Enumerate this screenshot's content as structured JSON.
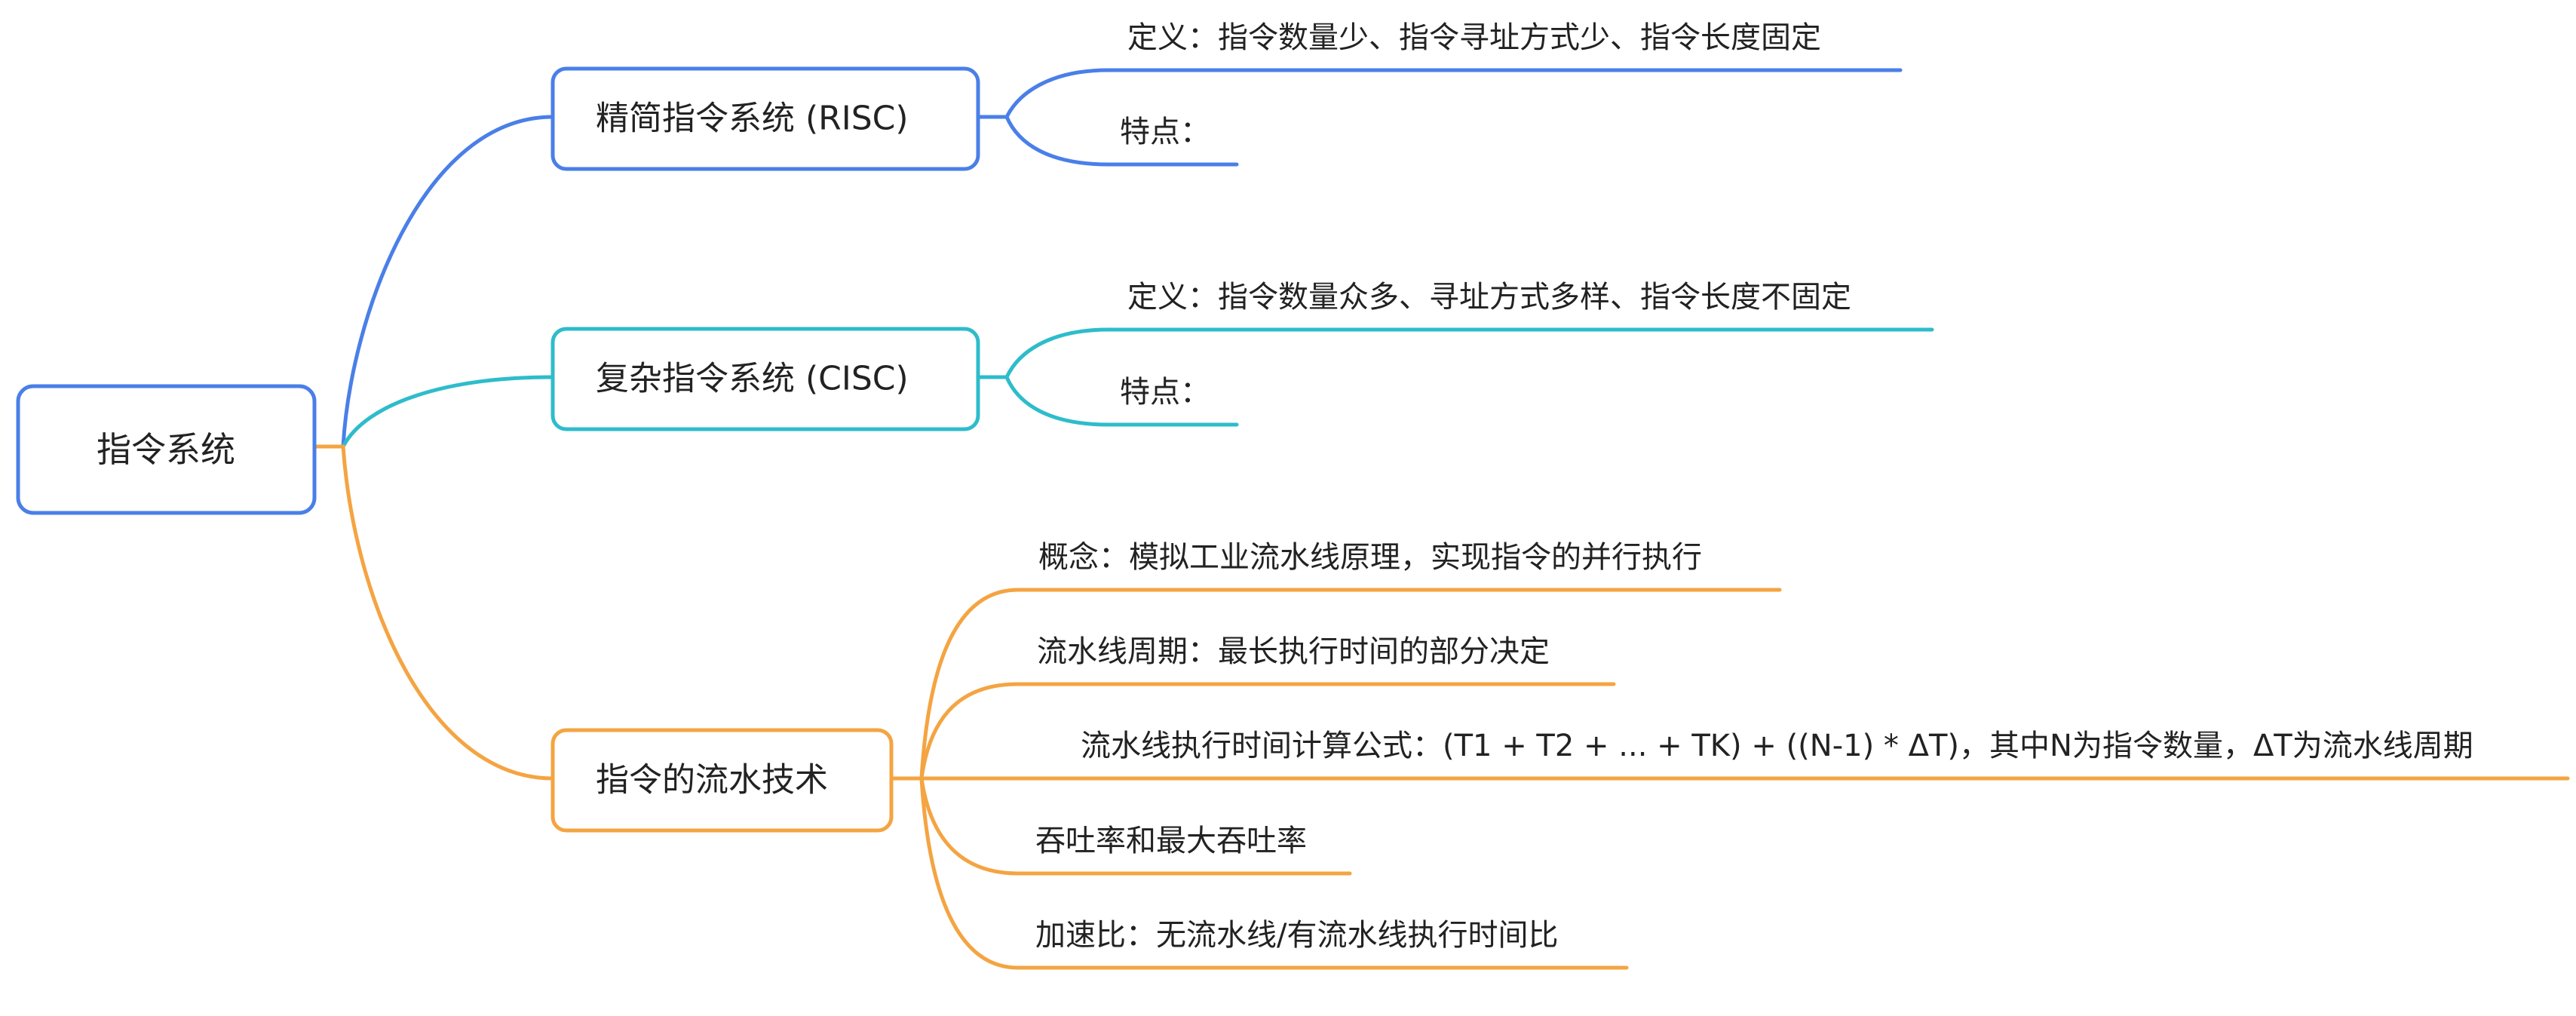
{
  "colors": {
    "risc": "#4a7fe8",
    "cisc": "#2ebccb",
    "pipeline": "#f4a442",
    "root_border": "#4a7fe8"
  },
  "root": {
    "label": "指令系统"
  },
  "branches": [
    {
      "key": "risc",
      "label": "精简指令系统 (RISC)",
      "leaves": [
        "定义：指令数量少、指令寻址方式少、指令长度固定",
        "特点："
      ]
    },
    {
      "key": "cisc",
      "label": "复杂指令系统 (CISC)",
      "leaves": [
        "定义：指令数量众多、寻址方式多样、指令长度不固定",
        "特点："
      ]
    },
    {
      "key": "pipeline",
      "label": "指令的流水技术",
      "leaves": [
        "概念：模拟工业流水线原理，实现指令的并行执行",
        "流水线周期：最长执行时间的部分决定",
        "流水线执行时间计算公式：(T1 + T2 + ... + TK) + ((N-1) * ΔT)，其中N为指令数量，ΔT为流水线周期",
        "吞吐率和最大吞吐率",
        "加速比：无流水线/有流水线执行时间比"
      ]
    }
  ]
}
